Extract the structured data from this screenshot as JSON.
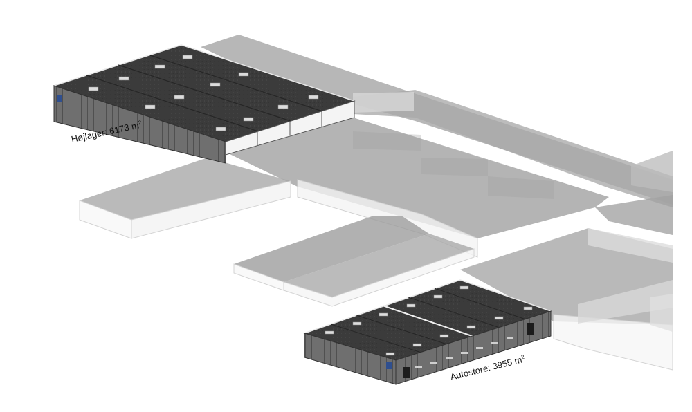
{
  "labels": {
    "hojlager": {
      "text": "Højlager: 6173 m",
      "sup": "2"
    },
    "autostore": {
      "text": "Autostore: 3955 m",
      "sup": "2"
    }
  },
  "colors": {
    "ghost_roof": "#a0a0a0",
    "ghost_wall": "#f6f6f6",
    "ghost_edge": "#c8c8c8",
    "roof_dark": "#3a3a3a",
    "wall_dark": "#6a6a6a",
    "accent_blue": "#2f4f8f"
  }
}
